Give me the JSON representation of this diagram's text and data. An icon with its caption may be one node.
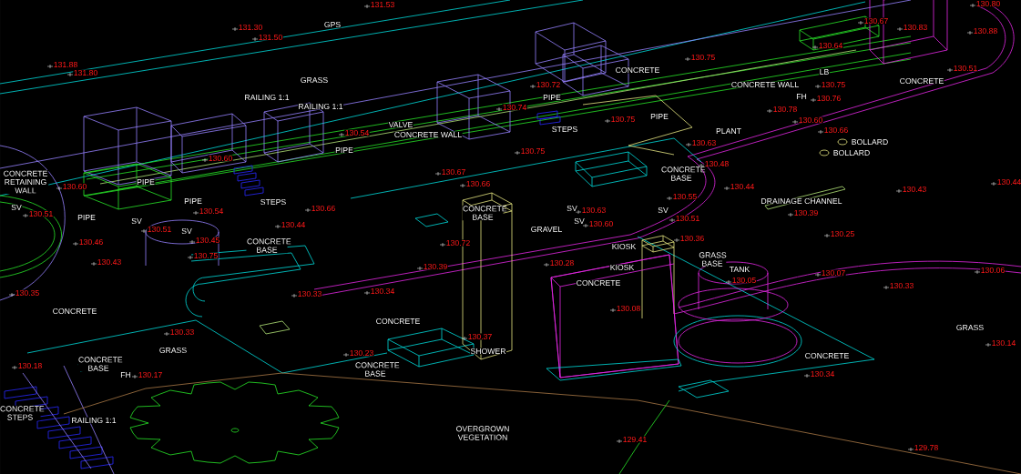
{
  "diagram": {
    "labels": [
      "131.53",
      "131.30",
      "GPS",
      "131.50",
      "131.88",
      "131.80",
      "GRASS",
      "RAILING 1:1",
      "RAILING 1:1",
      "PIPE",
      "130.60",
      "VALVE",
      "130.54",
      "CONCRETE WALL",
      "130.72",
      "130.74",
      "PIPE",
      "STEPS",
      "CONCRETE",
      "130.75",
      "PIPE",
      "130.67",
      "130.75",
      "130.66",
      "CONCRETE RETAINING WALL",
      "130.60",
      "PIPE",
      "SV",
      "130.51",
      "PIPE",
      "PIPE",
      "130.54",
      "STEPS",
      "130.66",
      "SV",
      "130.51",
      "SV",
      "130.44",
      "130.46",
      "130.45",
      "CONCRETE BASE",
      "130.43",
      "130.75",
      "130.35",
      "CONCRETE",
      "130.33",
      "130.33",
      "GRASS",
      "130.18",
      "CONCRETE BASE",
      "FH",
      "130.17",
      "CONCRETE STEPS",
      "RAILING 1:1",
      "130.34",
      "CONCRETE",
      "130.23",
      "CONCRETE BASE",
      "130.37",
      "SHOWER",
      "OVERGROWN VEGETATION",
      "129.41",
      "130.72",
      "130.39",
      "130.28",
      "KIOSK",
      "KIOSK",
      "CONCRETE",
      "130.08",
      "CONCRETE BASE",
      "GRAVEL",
      "SV",
      "130.63",
      "SV",
      "130.60",
      "SV",
      "130.51",
      "CONCRETE BASE",
      "130.55",
      "130.80",
      "130.67",
      "130.83",
      "130.75",
      "130.64",
      "130.88",
      "LB",
      "130.51",
      "CONCRETE",
      "CONCRETE WALL",
      "130.75",
      "FH",
      "130.76",
      "130.78",
      "130.60",
      "PLANT",
      "130.66",
      "BOLLARD",
      "BOLLARD",
      "130.63",
      "130.48",
      "130.44",
      "DRAINAGE CHANNEL",
      "130.43",
      "130.44",
      "130.39",
      "130.25",
      "130.33",
      "GRASS BASE",
      "TANK",
      "130.05",
      "130.07",
      "130.06",
      "GRASS",
      "130.14",
      "CONCRETE",
      "130.34",
      "129.78",
      "130.36"
    ]
  }
}
